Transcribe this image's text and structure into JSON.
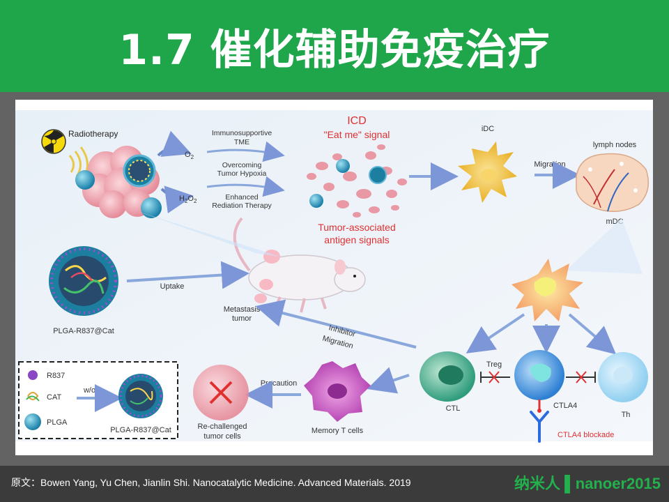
{
  "title": "1.7 催化辅助免疫治疗",
  "footer": {
    "source": "原文：Bowen Yang, Yu Chen, Jianlin Shi. Nanocatalytic Medicine. Advanced Materials. 2019",
    "brand": "纳米人 ▌nanoer2015"
  },
  "figure": {
    "radiotherapy": "Radiotherapy",
    "o2": "O",
    "o2_sub": "2",
    "h2o2": "H",
    "h2o2_sub1": "2",
    "h2o2_o": "O",
    "h2o2_sub2": "2",
    "tme_line1": "Immunosupportive",
    "tme_line2": "TME",
    "overcoming_line1": "Overcoming",
    "overcoming_line2": "Tumor Hypoxia",
    "enhanced_line1": "Enhanced",
    "enhanced_line2": "Rediation Therapy",
    "icd": "ICD",
    "eat_me": "\"Eat me\" signal",
    "taa_line1": "Tumor-associated",
    "taa_line2": "antigen signals",
    "idc": "iDC",
    "migration": "Migration",
    "lymph_nodes": "lymph nodes",
    "mdc": "mDC",
    "uptake": "Uptake",
    "plga_label_main": "PLGA-R837@Cat",
    "metastasis_line1": "Metastasis",
    "metastasis_line2": "tumor",
    "inhibitor_line1": "Inhibitor",
    "inhibitor_line2": "Migration",
    "legend_r837": "R837",
    "legend_cat": "CAT",
    "legend_plga": "PLGA",
    "wow": "w/o/w",
    "plga_label_legend": "PLGA-R837@Cat",
    "rechallenged_line1": "Re-challenged",
    "rechallenged_line2": "tumor cells",
    "precaution": "Precaution",
    "memory_t": "Memory T cells",
    "ctl": "CTL",
    "treg": "Treg",
    "ctla4": "CTLA4",
    "ctla4_blockade": "CTLA4 blockade",
    "th": "Th"
  },
  "colors": {
    "title_green": "#1fa64b",
    "brand_green": "#22b14c",
    "red_text": "#e03030",
    "footer_bg": "#3b3b3b"
  }
}
